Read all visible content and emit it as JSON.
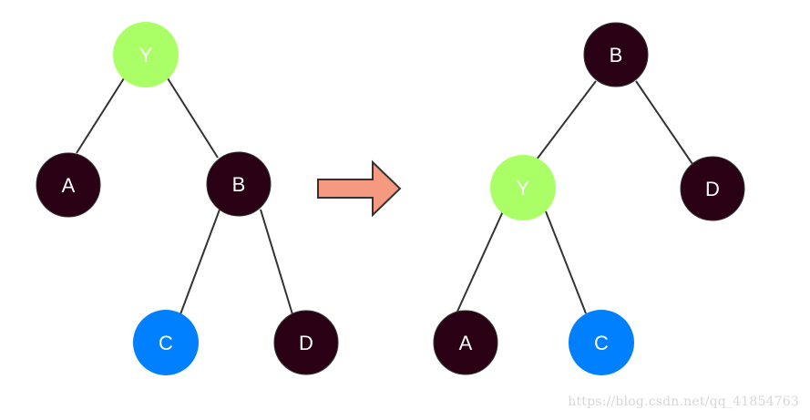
{
  "colors": {
    "dark_node": "#2a0014",
    "y_node": "#aaff66",
    "c_node": "#0080ff",
    "edge": "#333333",
    "arrow_fill": "#f59a80",
    "arrow_stroke": "#333333",
    "watermark": "#d7d7d7"
  },
  "before_tree": {
    "Y": "Y",
    "A": "A",
    "B": "B",
    "C": "C",
    "D": "D"
  },
  "after_tree": {
    "B": "B",
    "Y": "Y",
    "D": "D",
    "A": "A",
    "C": "C"
  },
  "arrow_icon": "right-arrow-icon",
  "watermark": "https://blog.csdn.net/qq_41854763"
}
